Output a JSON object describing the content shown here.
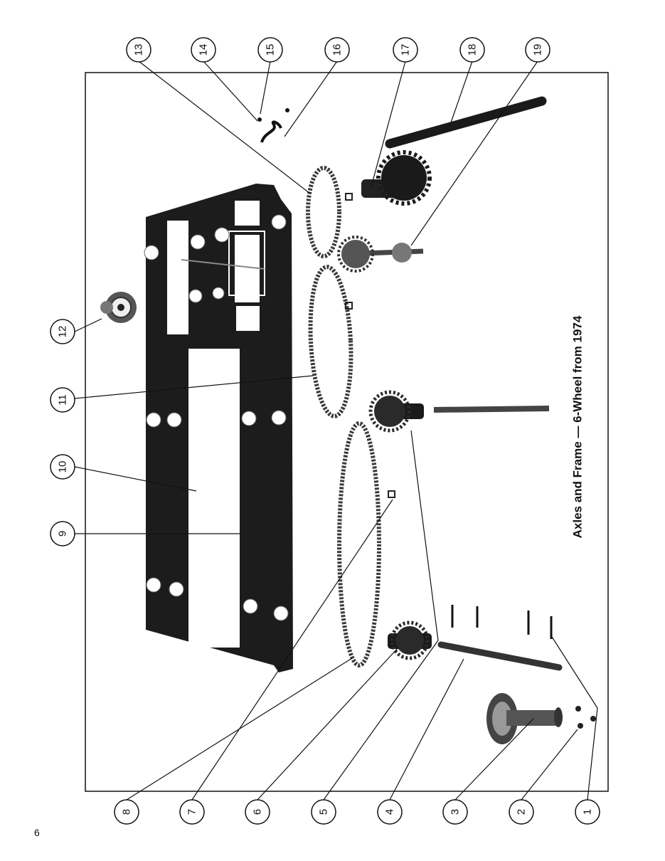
{
  "page_number": "6",
  "caption": "Axles and Frame — 6-Wheel from 1974",
  "callouts": [
    "1",
    "2",
    "3",
    "4",
    "5",
    "6",
    "7",
    "8",
    "9",
    "10",
    "11",
    "12",
    "13",
    "14",
    "15",
    "16",
    "17",
    "18",
    "19"
  ],
  "colors": {
    "ink": "#111111",
    "paper": "#ffffff",
    "frame": "#1c1c1c",
    "chain": "#3a3a3a"
  }
}
